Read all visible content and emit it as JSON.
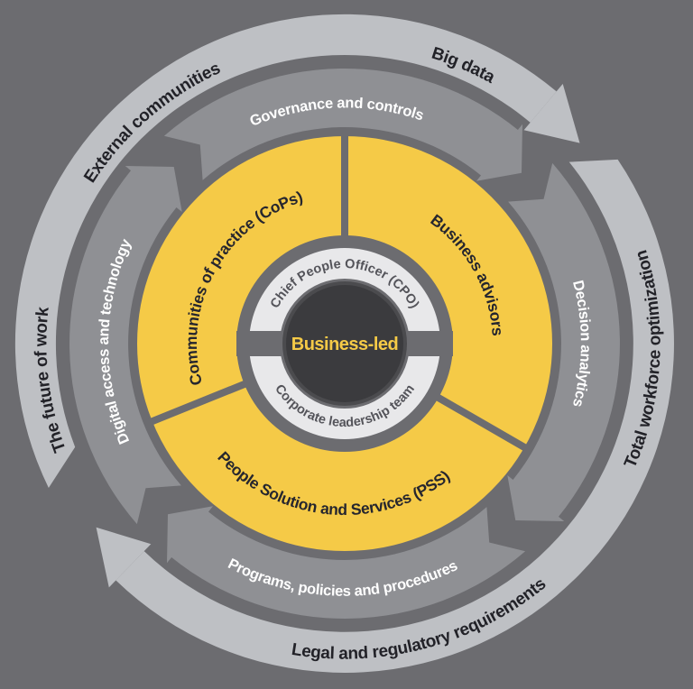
{
  "diagram": {
    "center": {
      "label": "Business-led"
    },
    "inner_ring": {
      "top": "Chief People Officer (CPO)",
      "bottom": "Corporate leadership team"
    },
    "delivery_ring": {
      "left": "Communities of practice (CoPs)",
      "right": "Business advisors",
      "bottom": "People Solution and Services (PSS)"
    },
    "capability_ring": {
      "top": "Governance and controls",
      "right": "Decision analytics",
      "bottom": "Programs, policies and procedures",
      "left": "Digital access and technology"
    },
    "outer_ring": {
      "top_left": "External communities",
      "top_right": "Big data",
      "right": "Total workforce optimization",
      "bottom": "Legal and regulatory requirements",
      "left": "The future of work"
    },
    "colors": {
      "background": "#6c6c70",
      "outer_ring": "#bec0c4",
      "capability_ring": "#8f9094",
      "yellow_ring": "#f5ca47",
      "inner_ring": "#e8e8ea",
      "hub": "#3b3b3e",
      "hub_rim": "#4b4b4e",
      "center_text": "#f5ca47",
      "dark_text": "#26262e",
      "white_text": "#ffffff",
      "inner_text": "#54545a"
    }
  }
}
